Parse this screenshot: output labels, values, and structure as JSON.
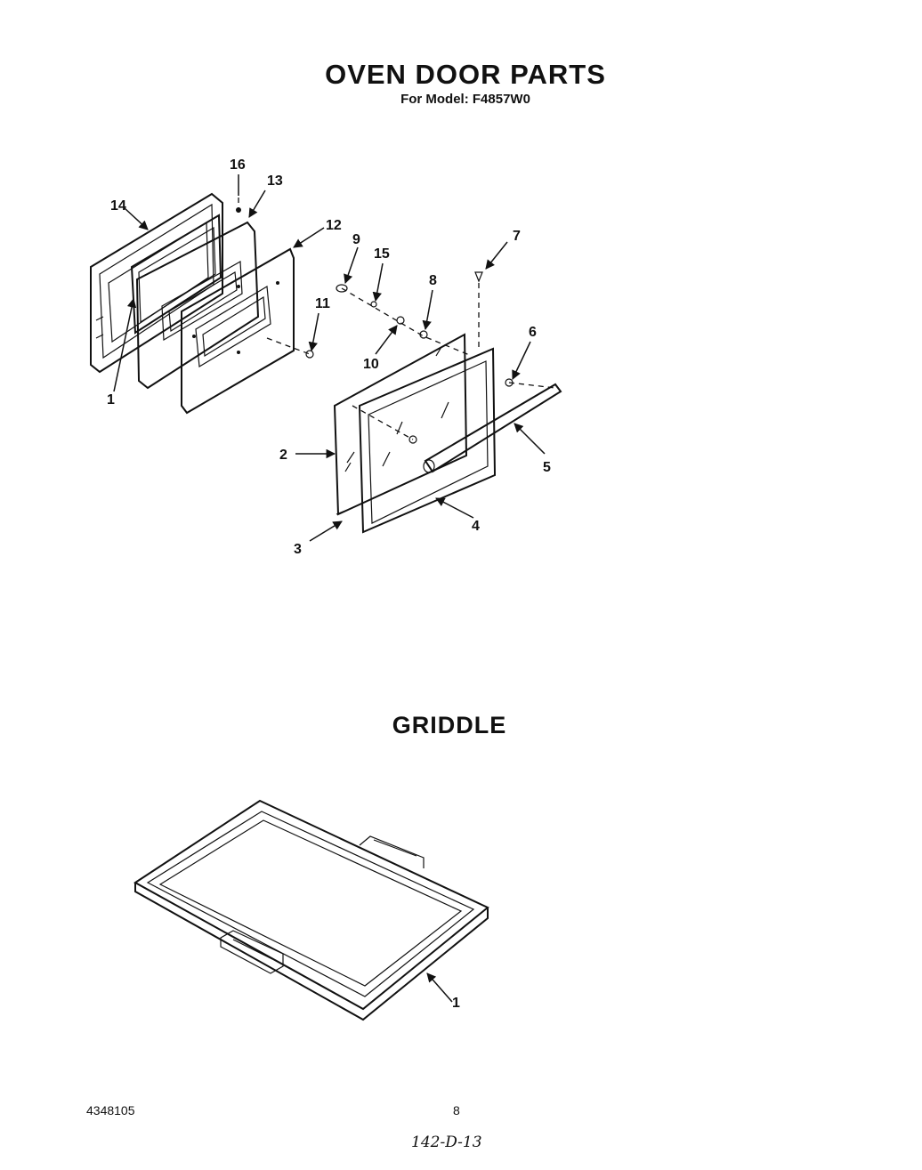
{
  "header": {
    "title": "OVEN DOOR PARTS",
    "subtitle": "For Model: F4857W0"
  },
  "griddle": {
    "title": "GRIDDLE"
  },
  "callouts": {
    "oven": [
      "1",
      "2",
      "3",
      "4",
      "5",
      "6",
      "7",
      "8",
      "9",
      "10",
      "11",
      "12",
      "13",
      "14",
      "15",
      "16"
    ],
    "griddle": [
      "1"
    ]
  },
  "footer": {
    "doc_number": "4348105",
    "page": "8",
    "handwritten": "142-D-13"
  }
}
